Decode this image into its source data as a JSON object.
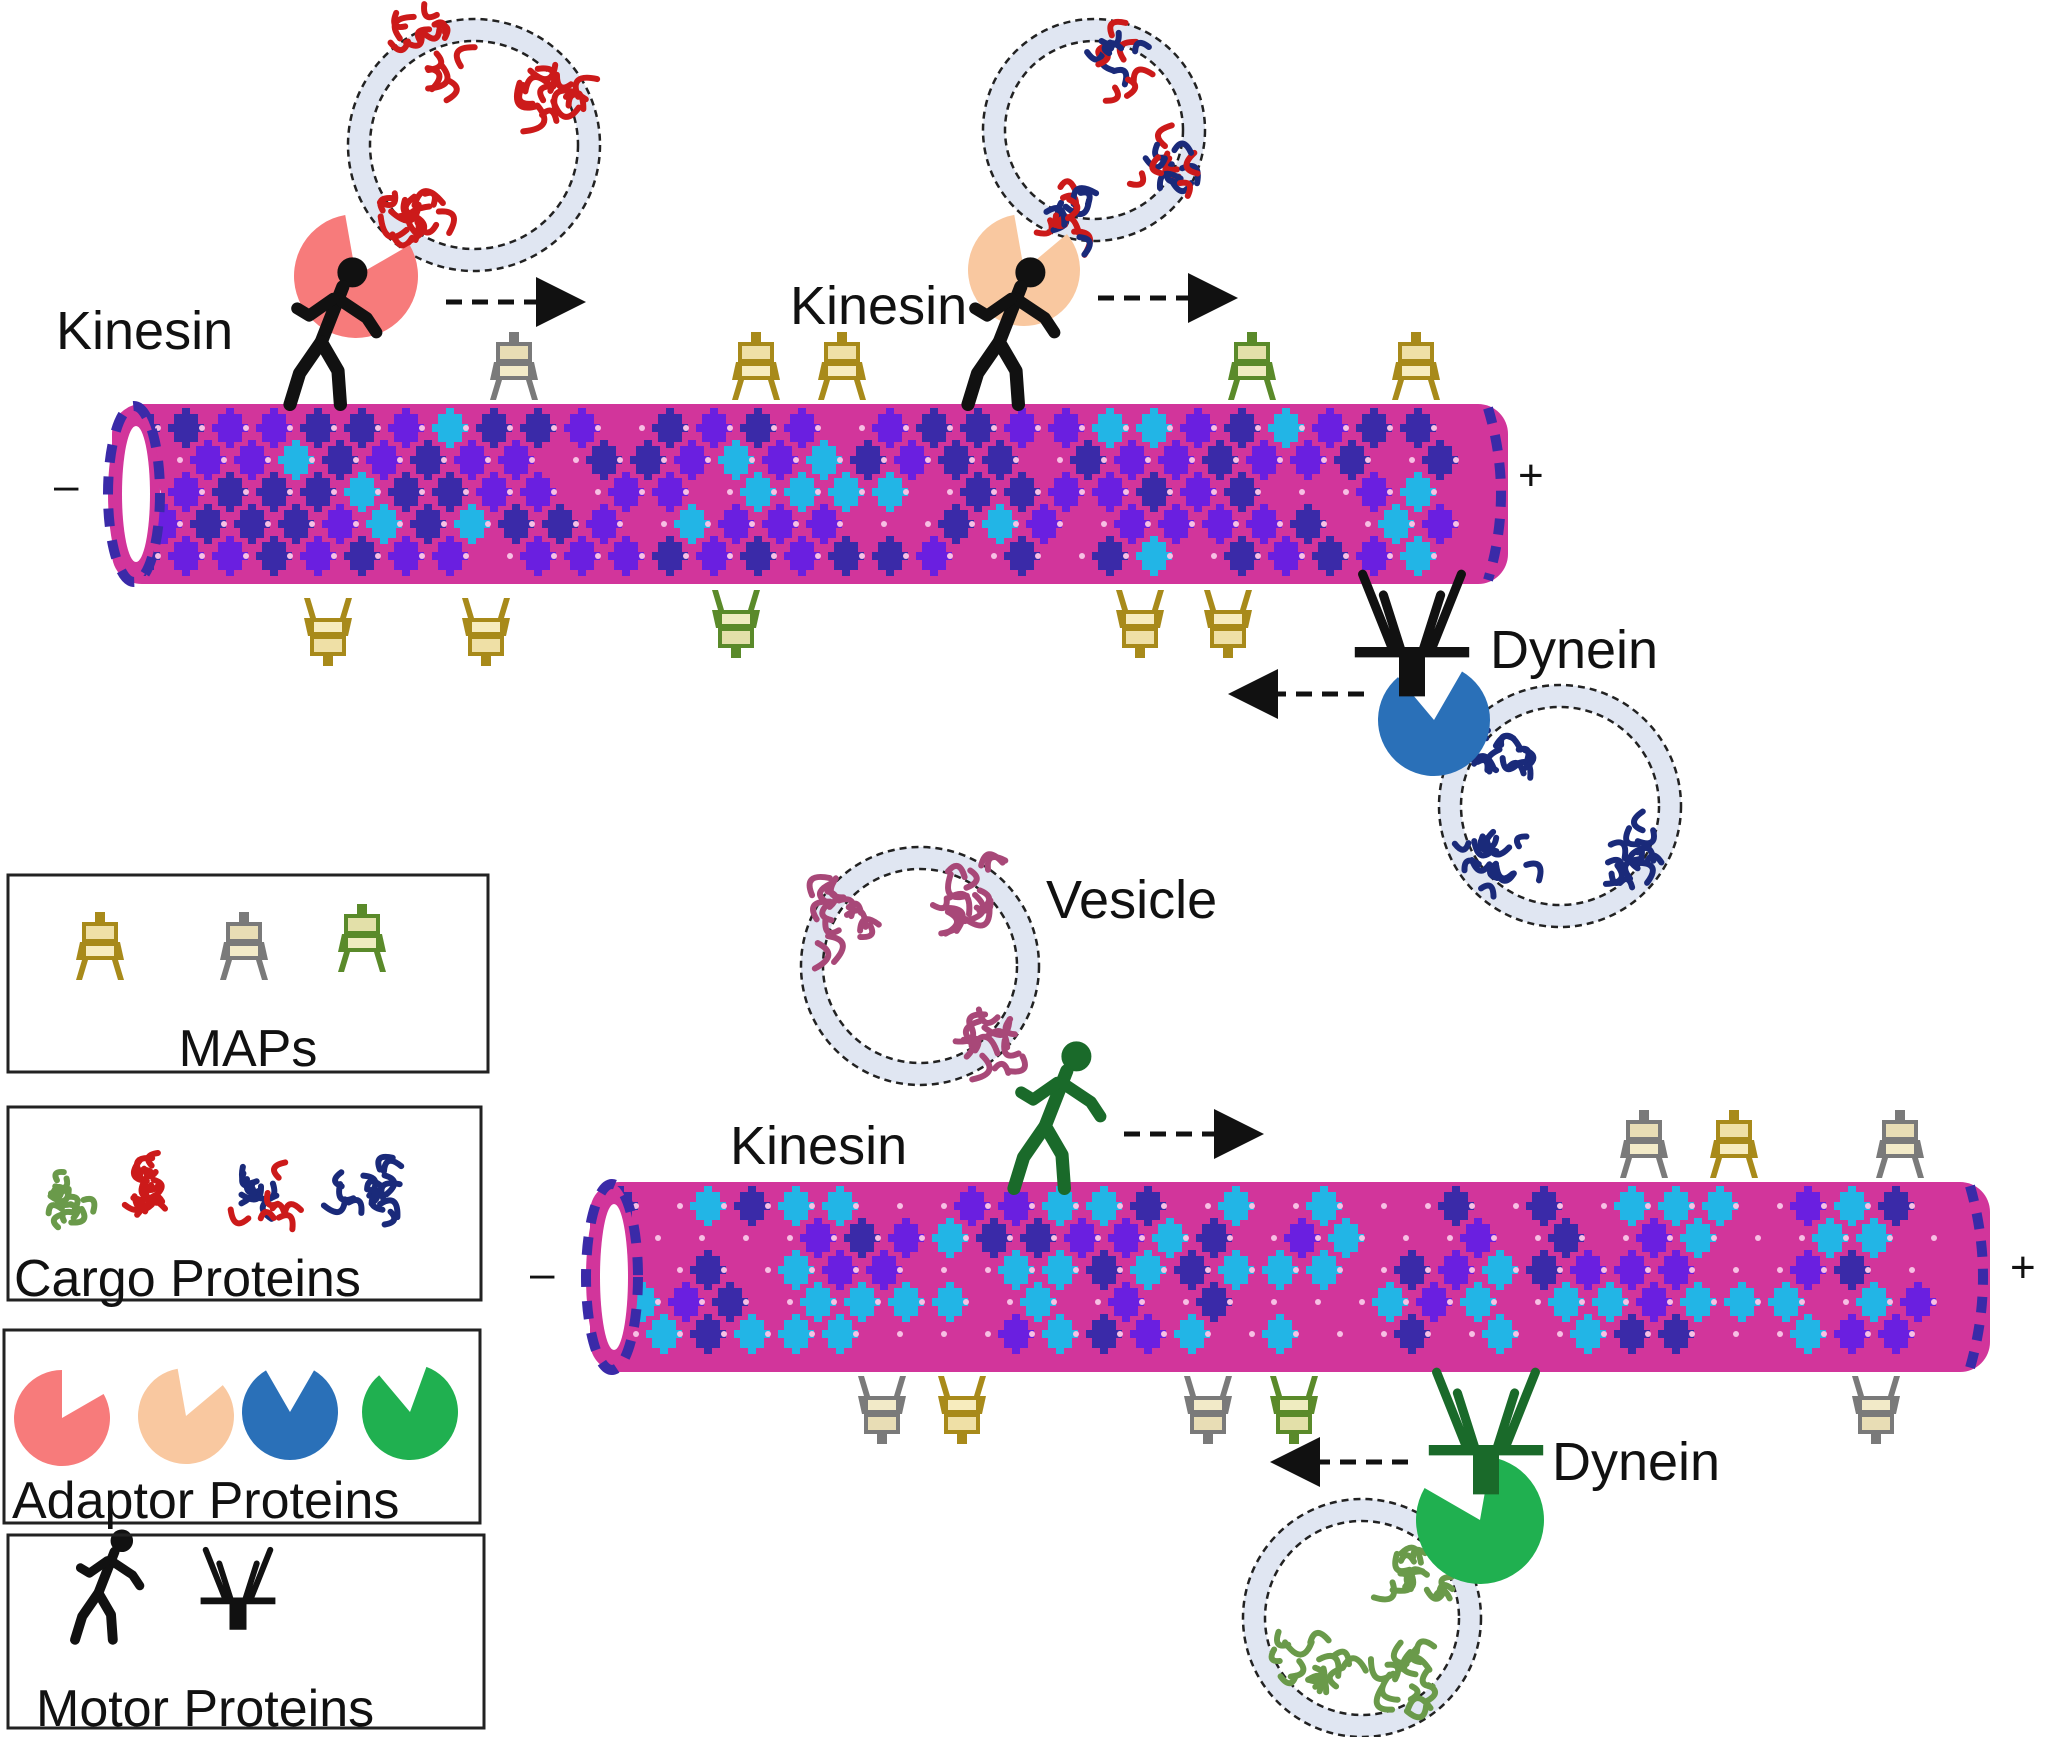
{
  "labels": {
    "kinesin_1": "Kinesin",
    "kinesin_2": "Kinesin",
    "kinesin_3": "Kinesin",
    "dynein_1": "Dynein",
    "dynein_2": "Dynein",
    "vesicle": "Vesicle",
    "minus_top": "–",
    "plus_top": "+",
    "minus_bottom": "–",
    "plus_bottom": "+"
  },
  "legend": {
    "maps": "MAPs",
    "cargo": "Cargo Proteins",
    "adaptor": "Adaptor Proteins",
    "motor": "Motor Proteins"
  },
  "colors": {
    "tube_pink": "#d2359b",
    "tube_purple": "#6a1fe0",
    "tube_navy": "#3a2aa8",
    "tube_cyan": "#22b5e6",
    "map_gold": "#a88a1a",
    "map_gray": "#7a7a7a",
    "map_green": "#5a8a2a",
    "cargo_red": "#cc1a1a",
    "cargo_navy": "#1a2a7a",
    "cargo_green": "#6a9a4a",
    "cargo_mauve": "#a84878",
    "adaptor_salmon": "#f77b7b",
    "adaptor_peach": "#f9c8a0",
    "adaptor_blue": "#2a70b8",
    "adaptor_green": "#20b050",
    "motor_black": "#111111",
    "motor_green": "#1a6a2a",
    "membrane": "#e0e6f2"
  }
}
